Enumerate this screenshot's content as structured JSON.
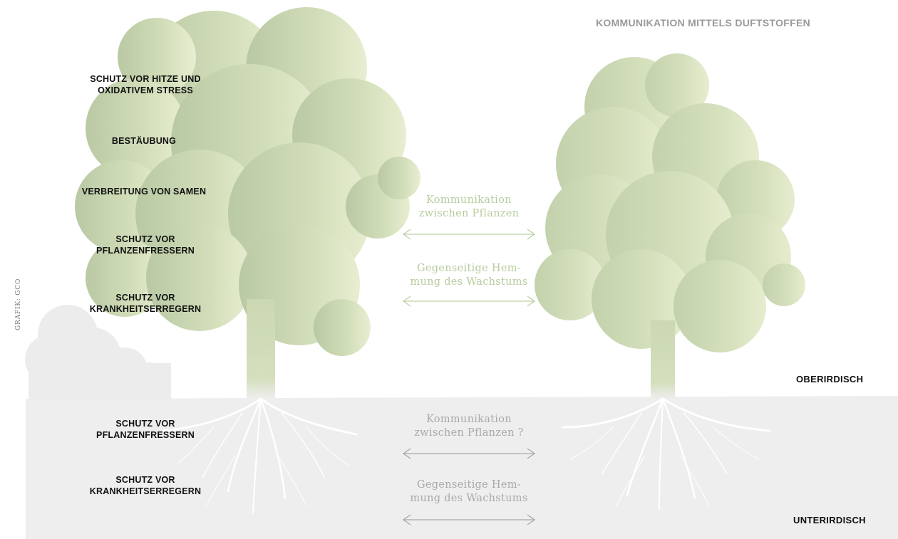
{
  "title": "KOMMUNIKATION MITTELS DUFTSTOFFEN",
  "credit": "GRAFIK: GCO",
  "above_ground_functions": [
    "SCHUTZ VOR HITZE UND\nOXIDATIVEM STRESS",
    "BESTÄUBUNG",
    "VERBREITUNG VON SAMEN",
    "SCHUTZ VOR\nPFLANZENFRESSERN",
    "SCHUTZ VOR\nKRANKHEITSERREGERN"
  ],
  "below_ground_functions": [
    "SCHUTZ VOR\nPFLANZENFRESSERN",
    "SCHUTZ VOR\nKRANKHEITSERREGERN"
  ],
  "interactions_above": [
    "Kommunikation\nzwischen Pflanzen",
    "Gegenseitige Hem-\nmung des Wachstums"
  ],
  "interactions_below": [
    "Kommunikation\nzwischen Pflanzen ?",
    "Gegenseitige Hem-\nmung des Wachstums"
  ],
  "zones": {
    "above": "OBERIRDISCH",
    "below": "UNTERIRDISCH"
  },
  "colors": {
    "foliage_dark": "#bccba8",
    "foliage_light": "#e3ebcc",
    "ground": "#eeeeee",
    "background_bush": "#ececec",
    "roots": "#ffffff",
    "arrow_above": "#bfd0a6",
    "arrow_below": "#a8a8a8",
    "label_text": "#111111",
    "title_text": "#9a9a9a"
  }
}
